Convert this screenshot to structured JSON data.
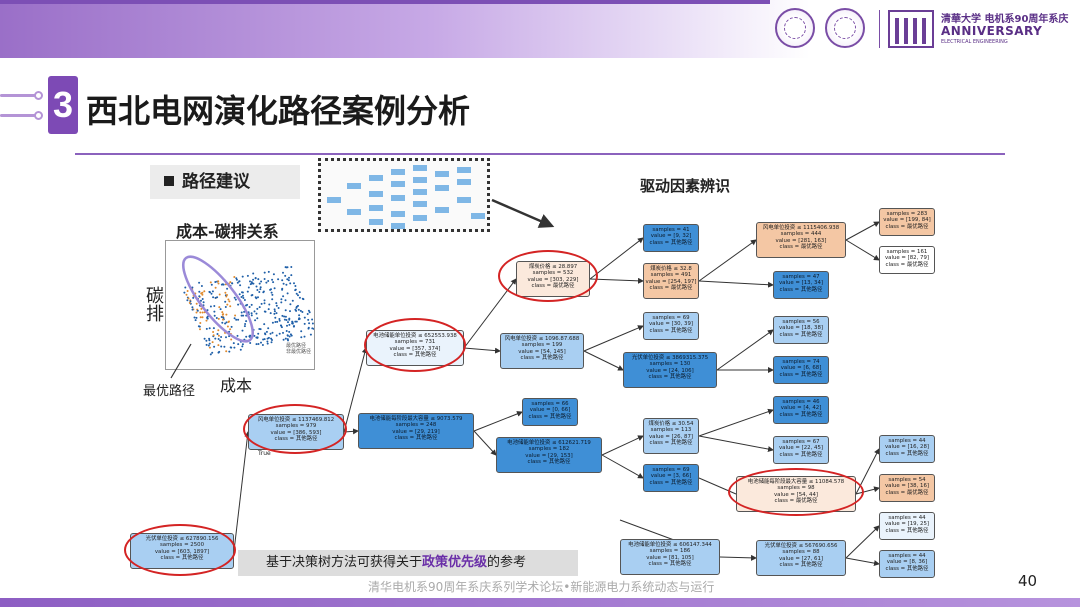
{
  "header": {
    "logo_title_line1": "清華大学 电机系90周年系庆",
    "logo_title_line2": "ANNIVERSARY",
    "logo_title_line3": "ELECTRICAL ENGINEERING"
  },
  "section": {
    "number": "3",
    "title": "西北电网演化路径案例分析"
  },
  "left_panel": {
    "path_label": "路径建议",
    "cost_carbon_label": "成本-碳排关系",
    "y_axis_label": "碳排",
    "x_axis_label": "成本",
    "optimal_path_label": "最优路径",
    "scatter_legend": [
      "最优路径",
      "非最优路径"
    ]
  },
  "right_panel": {
    "driver_label": "驱动因素辨识"
  },
  "tree_nodes": [
    {
      "id": "root",
      "lines": [
        "光伏单位投资 ≤ 627890.156",
        "samples = 2500",
        "value = [603, 1897]",
        "class = 其他路径"
      ]
    },
    {
      "id": "n1",
      "lines": [
        "风电单位投资 ≤ 1137469.812",
        "samples = 979",
        "value = [386, 593]",
        "class = 其他路径"
      ]
    },
    {
      "id": "n2",
      "lines": [
        "电池储能单位投资 ≤ 652553.938",
        "samples = 731",
        "value = [357, 374]",
        "class = 其他路径"
      ]
    },
    {
      "id": "n3",
      "lines": [
        "煤炭价格 ≤ 28.897",
        "samples = 532",
        "value = [303, 229]",
        "class = 最优路径"
      ]
    },
    {
      "id": "n4",
      "lines": [
        "samples = 41",
        "value = [9, 32]",
        "class = 其他路径"
      ]
    },
    {
      "id": "n5",
      "lines": [
        "煤炭价格 ≤ 32.8",
        "samples = 491",
        "value = [254, 197]",
        "class = 最优路径"
      ]
    },
    {
      "id": "n6",
      "lines": [
        "风电单位投资 ≤ 1115406.938",
        "samples = 444",
        "value = [281, 163]",
        "class = 最优路径"
      ]
    },
    {
      "id": "n7",
      "lines": [
        "samples = 283",
        "value = [199, 84]",
        "class = 最优路径"
      ]
    },
    {
      "id": "n8",
      "lines": [
        "samples = 161",
        "value = [82, 79]",
        "class = 最优路径"
      ]
    },
    {
      "id": "n9",
      "lines": [
        "samples = 47",
        "value = [13, 34]",
        "class = 其他路径"
      ]
    },
    {
      "id": "n10",
      "lines": [
        "风电单位投资 ≤ 1096.87.688",
        "samples = 199",
        "value = [54, 145]",
        "class = 其他路径"
      ]
    },
    {
      "id": "n11",
      "lines": [
        "samples = 69",
        "value = [30, 39]",
        "class = 其他路径"
      ]
    },
    {
      "id": "n12",
      "lines": [
        "光伏单位投资 ≤ 3869315.375",
        "samples = 130",
        "value = [24, 106]",
        "class = 其他路径"
      ]
    },
    {
      "id": "n13",
      "lines": [
        "samples = 56",
        "value = [18, 38]",
        "class = 其他路径"
      ]
    },
    {
      "id": "n14",
      "lines": [
        "samples = 74",
        "value = [6, 68]",
        "class = 其他路径"
      ]
    },
    {
      "id": "n15",
      "lines": [
        "电池储能每阶段最大容量 ≤ 9073.579",
        "samples = 248",
        "value = [29, 219]",
        "class = 其他路径"
      ]
    },
    {
      "id": "n16",
      "lines": [
        "samples = 66",
        "value = [0, 66]",
        "class = 其他路径"
      ]
    },
    {
      "id": "n17",
      "lines": [
        "电池储能单位投资 ≤ 612621.719",
        "samples = 182",
        "value = [29, 153]",
        "class = 其他路径"
      ]
    },
    {
      "id": "n18",
      "lines": [
        "煤炭价格 ≤ 30.54",
        "samples = 113",
        "value = [26, 87]",
        "class = 其他路径"
      ]
    },
    {
      "id": "n19",
      "lines": [
        "samples = 46",
        "value = [4, 42]",
        "class = 其他路径"
      ]
    },
    {
      "id": "n20",
      "lines": [
        "samples = 67",
        "value = [22, 45]",
        "class = 其他路径"
      ]
    },
    {
      "id": "n21",
      "lines": [
        "samples = 69",
        "value = [3, 66]",
        "class = 其他路径"
      ]
    },
    {
      "id": "n22",
      "lines": [
        "电池储能每阶段最大容量 ≤ 11084.578",
        "samples = 98",
        "value = [54, 44]",
        "class = 最优路径"
      ]
    },
    {
      "id": "n23",
      "lines": [
        "samples = 44",
        "value = [16, 28]",
        "class = 其他路径"
      ]
    },
    {
      "id": "n24",
      "lines": [
        "samples = 54",
        "value = [38, 16]",
        "class = 最优路径"
      ]
    },
    {
      "id": "n25",
      "lines": [
        "电池储能单位投资 ≤ 606147.344",
        "samples = 186",
        "value = [81, 105]",
        "class = 其他路径"
      ]
    },
    {
      "id": "n26",
      "lines": [
        "光伏单位投资 ≤ 567690.656",
        "samples = 88",
        "value = [27, 61]",
        "class = 其他路径"
      ]
    },
    {
      "id": "n27",
      "lines": [
        "samples = 44",
        "value = [19, 25]",
        "class = 其他路径"
      ]
    },
    {
      "id": "n28",
      "lines": [
        "samples = 44",
        "value = [8, 36]",
        "class = 其他路径"
      ]
    }
  ],
  "tree_edge_label": "True",
  "bottom_note": {
    "prefix": "基于决策树方法可获得关于",
    "emphasis": "政策优先级",
    "suffix": "的参考"
  },
  "footer": {
    "text": "清华电机系90周年系庆系列学术论坛•新能源电力系统动态与运行",
    "page_number": "40"
  },
  "colors": {
    "accent_purple": "#7d4ab5",
    "highlight_red": "#d42424",
    "node_blue": "#3f8fd6",
    "node_orange": "#f4c7a4"
  }
}
